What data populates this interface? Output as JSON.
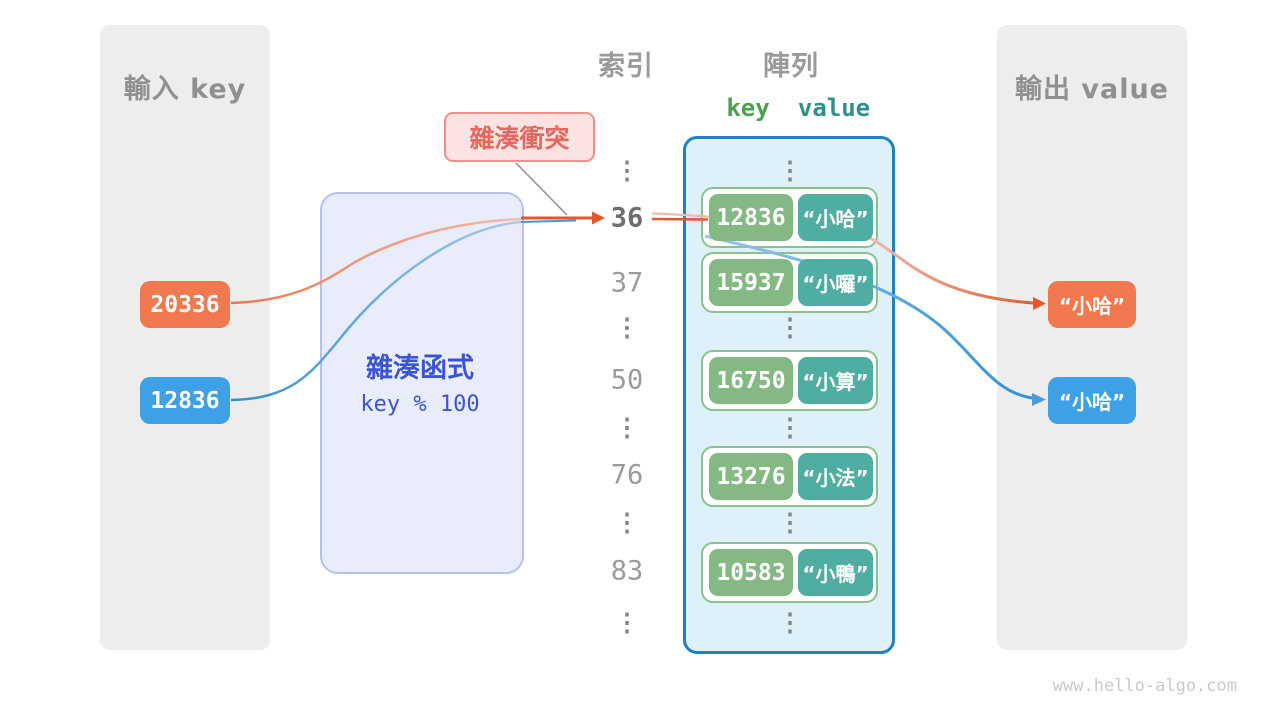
{
  "input_panel": {
    "title": "輸入 key",
    "keys": [
      "20336",
      "12836"
    ]
  },
  "hash_function": {
    "title": "雜湊函式",
    "formula": "key % 100"
  },
  "collision_label": "雜湊衝突",
  "index_column": {
    "title": "索引",
    "cells": [
      "⋮",
      "36",
      "37",
      "⋮",
      "50",
      "⋮",
      "76",
      "⋮",
      "83",
      "⋮"
    ]
  },
  "array_panel": {
    "title": "陣列",
    "key_header": "key",
    "value_header": "value",
    "ellipsis": "⋮",
    "rows": [
      {
        "key": "12836",
        "value": "“小哈”"
      },
      {
        "key": "15937",
        "value": "“小囉”"
      },
      {
        "key": "16750",
        "value": "“小算”"
      },
      {
        "key": "13276",
        "value": "“小法”"
      },
      {
        "key": "10583",
        "value": "“小鴨”"
      }
    ]
  },
  "output_panel": {
    "title": "輸出 value",
    "values": [
      "“小哈”",
      "“小哈”"
    ]
  },
  "watermark": "www.hello-algo.com",
  "colors": {
    "input_key_orange": "#f0794f",
    "input_key_blue": "#3ea0e5",
    "arrow_orange": "#e2572b",
    "arrow_blue": "#2f8fd3",
    "hash_box_bg": "#e9edfb",
    "hash_text": "#3a54d6",
    "collision_bg": "#fbe3e3",
    "collision_text": "#e6675e",
    "array_border": "#1d81c4",
    "array_bg": "#def0fa",
    "key_cell_green": "#84b983",
    "value_cell_teal": "#4fada2",
    "panel_gray": "#ededed"
  }
}
